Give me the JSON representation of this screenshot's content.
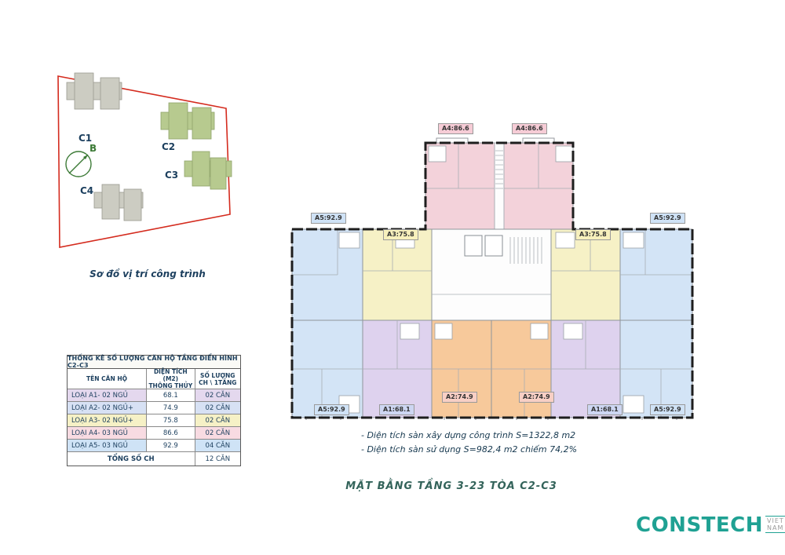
{
  "site_map": {
    "caption": "Sơ đồ vị trí công trình",
    "compass_label": "B",
    "building_labels": [
      "C1",
      "C2",
      "C3",
      "C4"
    ]
  },
  "stats_table": {
    "title": "THỐNG KÊ SỐ LƯỢNG CĂN HỘ TẦNG ĐIỂN HÌNH C2-C3",
    "col1_header": "TÊN CĂN HỘ",
    "col2_header_line1": "DIỆN TÍCH (M2)",
    "col2_header_line2": "THÔNG THỦY",
    "col3_header_line1": "SỐ LƯỢNG",
    "col3_header_line2": "CH \\ 1TẦNG",
    "rows": [
      {
        "name": "LOẠI A1- 02 NGỦ",
        "area": "68.1",
        "count": "02 CĂN"
      },
      {
        "name": "LOẠI A2- 02 NGỦ+",
        "area": "74.9",
        "count": "02 CĂN"
      },
      {
        "name": "LOẠI A3- 02 NGỦ+",
        "area": "75.8",
        "count": "02 CĂN"
      },
      {
        "name": "LOẠI A4- 03 NGỦ",
        "area": "86.6",
        "count": "02 CĂN"
      },
      {
        "name": "LOẠI A5- 03 NGỦ",
        "area": "92.9",
        "count": "04 CĂN"
      }
    ],
    "total_label": "TỔNG SỐ CH",
    "total_value": "12 CĂN"
  },
  "floor_plan": {
    "labels": [
      {
        "text": "A4:86.6",
        "type": "a4"
      },
      {
        "text": "A4:86.6",
        "type": "a4"
      },
      {
        "text": "A5:92.9",
        "type": "a5"
      },
      {
        "text": "A5:92.9",
        "type": "a5"
      },
      {
        "text": "A3:75.8",
        "type": "a3"
      },
      {
        "text": "A3:75.8",
        "type": "a3"
      },
      {
        "text": "A5:92.9",
        "type": "a5"
      },
      {
        "text": "A1:68.1",
        "type": "a1"
      },
      {
        "text": "A2:74.9",
        "type": "a2"
      },
      {
        "text": "A2:74.9",
        "type": "a2"
      },
      {
        "text": "A1:68.1",
        "type": "a1"
      },
      {
        "text": "A5:92.9",
        "type": "a5"
      }
    ]
  },
  "notes": {
    "line1": "- Diện tích sàn xây dựng công trình S=1322,8 m2",
    "line2": "- Diện tích sàn sử dụng S=982,4 m2 chiếm 74,2%"
  },
  "page_title": "MẶT BẰNG TẦNG 3-23 TÒA C2-C3",
  "logo": {
    "brand": "CONSTECH",
    "region": "VIET NAM"
  },
  "colors": {
    "unit_a1": "#ded2ee",
    "unit_a2": "#f7c99b",
    "unit_a3": "#f6f1c6",
    "unit_a4": "#f3d2da",
    "unit_a5": "#d3e4f6",
    "site_outline_red": "#d42b1e",
    "site_building_gray": "#ccccc2",
    "site_building_green": "#b7ca8f",
    "brand_teal": "#1fa193",
    "text_navy": "#1c3f5e"
  }
}
